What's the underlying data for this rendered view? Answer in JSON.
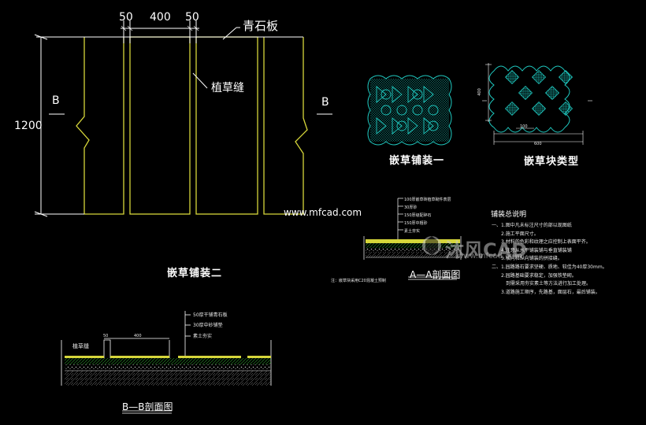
{
  "plan": {
    "dim_50_left": "50",
    "dim_400": "400",
    "dim_50_right": "50",
    "label_slab": "青石板",
    "label_grass_joint": "植草缝",
    "section_mark_left": "B",
    "section_mark_right": "B",
    "dim_1200": "1200",
    "title": "嵌草铺装二"
  },
  "paving_one": {
    "title": "嵌草铺装一"
  },
  "block_type": {
    "title": "嵌草块类型",
    "dim_height": "400",
    "dim_width": "600",
    "dim_inner": "100"
  },
  "watermark": {
    "url": "www.mfcad.com",
    "brand": "沐风CAD",
    "brand_url": "www.mfcad.com"
  },
  "section_aa": {
    "layers": [
      "100厚嵌草砖植草砌件表层",
      "30厚砂",
      "150厚级配碎石",
      "150厚中粗砂",
      "素土夯实"
    ],
    "note": "注：嵌草块采用C20混凝土预制",
    "title": "A—A剖面图"
  },
  "notes": {
    "heading": "铺装总说明",
    "lines": [
      "一、1.图中凡未标注尺寸的部以现图纸",
      "　　2.施工平面尺寸。",
      "　　3.材料的色彩和纹理之应控制上表面平齐。",
      "　　4.注意从水平铺装铺与垂直铺装铺",
      "　　5.横向和纵向铺装的拼接缝。",
      "二、1.园路路石要求坚硬、质地、较佳为40厚30mm。",
      "　　2.园路基础要求稳定，加强铁垫砌。",
      "　　　到需采用夯实素土等方法进行加工处理。",
      "　　3.道路施工顺序，先路基，面层石，最后铺装。"
    ]
  },
  "section_bb": {
    "label_grass": "植草缝",
    "dim_50": "50",
    "dim_400": "400",
    "layers": [
      "50厚干铺青石板",
      "30厚中砂铺垫",
      "素土夯实"
    ],
    "title": "B—B剖面图"
  }
}
